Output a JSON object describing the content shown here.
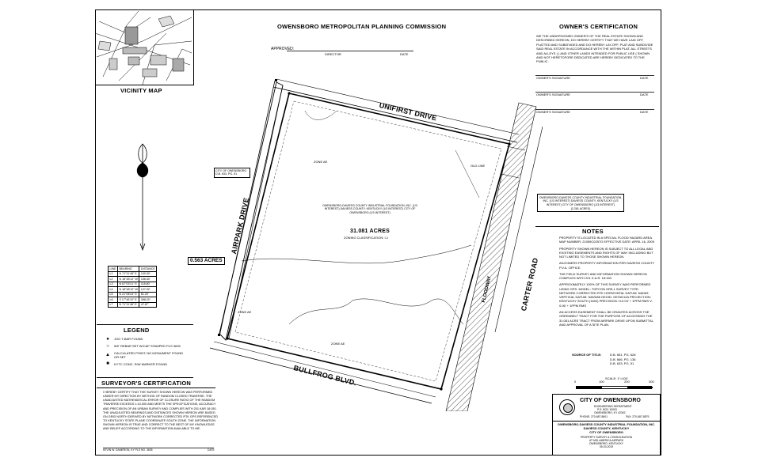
{
  "header": {
    "commission": "OWENSBORO METROPOLITAN PLANNING COMMISSION",
    "approved_label": "APPROVED:",
    "director_label": "DIRECTOR",
    "date_label": "DATE"
  },
  "vicinity": {
    "title": "VICINITY MAP"
  },
  "owners": {
    "title": "OWNER'S CERTIFICATION",
    "body": "WE THE UNDERSIGNED OWNER'S OF THE REAL ESTATE SHOWN AND DESCRIBED HEREON, DO HEREBY CERTIFY THAT WE HAVE LAID OFF, PLATTED AND SUBDIVIDED AND DO HEREBY LAY-OFF, PLAT AND SUBDIVIDE SAID REAL ESTATE IN ACCORDANCE WITH THE WITHIN PLAT. ALL STREETS AND ALLEYS ( ) AND OTHER LANDS INTENDED FOR PUBLIC USE ( SHOWN AND NOT HERETOFORE DEDICATED ARE HEREBY DEDICATED TO THE PUBLIC.",
    "sig_label": "OWNER'S SIGNATURE",
    "date_label": "DATE"
  },
  "plat": {
    "main_acres": "31.081 ACRES",
    "zoning": "ZONING CLASSIFICATION: I-1",
    "small_acres": "0.563 ACRES",
    "streets": {
      "unifirst": "UNIFIRST DRIVE",
      "airpark": "AIRPARK DRIVE",
      "bullfrog": "BULLFROG BLVD.",
      "carter": "CARTER ROAD",
      "floodway": "FLOODWAY"
    },
    "owner_block": "OWENSBORO-DAVIESS COUNTY INDUSTRIAL FOUNDATION, INC. (1/3 INTEREST) DAVIESS COUNTY, KENTUCKY (1/3 INTEREST) CITY OF OWENSBORO (1/3 INTEREST)",
    "adjoiner_block": "OWENSBORO-DAVIESS COUNTY INDUSTRIAL FOUNDATION, INC. (1/3 INTEREST) DAVIESS COUNTY, KENTUCKY (1/3 INTEREST) CITY OF OWENSBORO (1/3 INTEREST)",
    "adjoiner_acres": "(2.281 ACRES)",
    "city_block": "CITY OF OWENSBORO D.B. 633, PG. 51",
    "zone_labels": [
      "ZONE AE",
      "ZONE AE",
      "ZONE AE"
    ],
    "old_line": "OLD LINE"
  },
  "line_table": {
    "headers": [
      "LINE",
      "BEARING",
      "DISTANCE"
    ],
    "rows": [
      [
        "L1",
        "N 71°11'48\" E",
        "100.00'"
      ],
      [
        "L2",
        "N 18°48'12\" W",
        "156.50'"
      ],
      [
        "L3",
        "N 67°03'21\" E",
        "118.80'"
      ],
      [
        "L4",
        "N 18°48'12\" W",
        "127.92'"
      ],
      [
        "L5",
        "N 21°08'24\" E",
        "81.20'"
      ],
      [
        "L6",
        "S 17°46'10\" E",
        "288.20'"
      ],
      [
        "L7",
        "N 71°11'48\" E",
        "47.87'"
      ]
    ]
  },
  "legend": {
    "title": "LEGEND",
    "items": [
      {
        "symbol": "●",
        "text": "JOG T-BAR FOUND"
      },
      {
        "symbol": "○",
        "text": "5/8\" REBAR SET W/CAP STAMPED PLS 3635"
      },
      {
        "symbol": "▲",
        "text": "CALCULATED POINT, NO MONUMENT FOUND OR SET"
      },
      {
        "symbol": "■",
        "text": "KYTC CONC. R/W MARKER FOUND"
      }
    ]
  },
  "surveyor": {
    "title": "SURVEYOR'S CERTIFICATION",
    "body": "I HEREBY CERTIFY THAT THE SURVEY SHOWN HEREON WAS PERFORMED UNDER MY DIRECTION BY METHOD OF RANDOM CLOSED TRAVERSE. THE UNADJUSTED MATHEMATICAL ERROR OF CLOSURE RATIO OF THE RANDOM TRAVERSE EXCEEDS 1:10,000 AND MEETS THE SPECIFICATIONS, ACCURACY AND PRECISION OF AN URBAN SURVEY AND COMPLIES WITH 201 KAR 18:150. THE UNADJUSTED BEARINGS AND DISTANCES SHOWN HEREON ARE BASED ON GRID NORTH DERIVED BY NETWORK CORRECTED RTK GPS REFERENCED TO KENTUCKY STATE PLANE COORDINATE SOUTH ZONE. THE INFORMATION SHOWN HEREON IS TRUE AND CORRECT TO THE BEST OF MY KNOWLEDGE AND BELIEF ACCORDING TO THE INFORMATION AVAILABLE TO ME.",
    "sig_line": "KEVIN W. DAMERON, KY PLS NO. 3635",
    "date_label": "DATE"
  },
  "notes": {
    "title": "NOTES",
    "items": [
      "PROPERTY IS LOCATED IN A SPECIAL FLOOD HAZARD AREA. MAP NUMBER: 21059C0257G EFFECTIVE DATE: APRIL 16, 2009",
      "PROPERTY SHOWN HEREON IS SUBJECT TO ALL LEGAL AND EXISTING EASEMENTS AND RIGHTS OF WAY INCLUDING BUT NOT LIMITED TO THOSE SHOWN HEREON.",
      "ADJOINERS PROPERTY INFORMATION PER DAVIESS COUNTY P.V.A. OFFICE.",
      "THE FIELD SURVEY AND INFORMATION SHOWN HEREON COMPLIES WITH 201 K.A.R. 18:150.",
      "APPROXIMATELY 100% OF THIS SURVEY WAS PERFORMED USING GPS. MODEL: TOPCON GR5-1 SURVEY TYPE: NETWORK CORRECTED RTK HORIZONTAL DATUM: NAD83 VERTICAL DATUM: NAVD88 GEOID: GEOID12A PROJECTION: KENTUCKY SOUTH (1602) PRECISION: H-0.03' + 1PPM RMS V-0.06' + 1PPM RMS",
      "AN ACCESS EASEMENT SHALL BE GRANTED ACROSS THE GREENBELT TRACT FOR THE PURPOSE OF ACCESSING THE 31.081 ACRE TRACT FROM AIRPARK DRIVE UPON SUBMITTAL AND APPROVAL OF A SITE PLAN."
    ]
  },
  "source": {
    "label": "SOURCE OF TITLE:",
    "lines": [
      "D.B. 651, PG. 628",
      "D.B. 666, PG. 136",
      "D.B. 633, PG. 51"
    ]
  },
  "scale": {
    "label": "SCALE: 1\"=100'",
    "ticks": [
      "0",
      "100",
      "200",
      "300"
    ]
  },
  "titleblock": {
    "city": "CITY OF OWENSBORO",
    "dept": "ENGINEERING DEPARTMENT",
    "pobox": "P.O. BOX 10003",
    "citystate": "OWENSBORO, KY 42302",
    "phone": "PHONE: 270-687-8601",
    "fax": "FAX: 270-687-8579",
    "project_line1": "OWENSBORO-DAVIESS COUNTY INDUSTRIAL FOUNDATION, INC.",
    "project_line2": "DAVIESS COUNTY, KENTUCKY",
    "project_line3": "CITY OF OWENSBORO",
    "project_line4": "PROPERTY SURVEY & CONSOLIDATION",
    "project_line5": "AT MID-AMERICA AIRPARK",
    "project_line6": "OWENSBORO, KENTUCKY",
    "project_date": "05-03-2019"
  }
}
